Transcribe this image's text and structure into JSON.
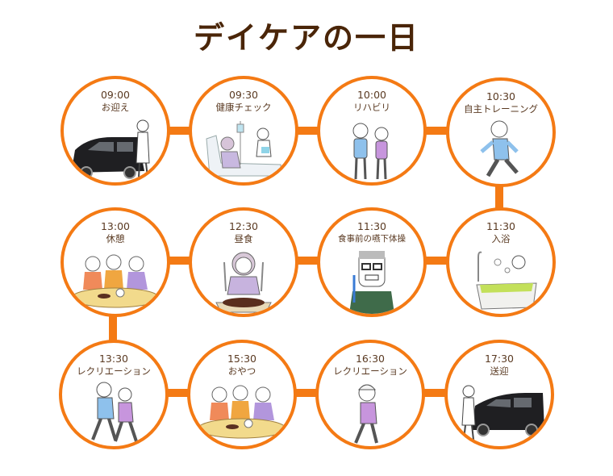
{
  "title": "デイケアの一日",
  "colors": {
    "accent": "#f47a14",
    "title": "#4a2508",
    "text": "#5a3a22"
  },
  "schedule": [
    {
      "time": "09:00",
      "label": "お迎え",
      "icon": "van-driver-icon"
    },
    {
      "time": "09:30",
      "label": "健康チェック",
      "icon": "nurse-patient-icon"
    },
    {
      "time": "10:00",
      "label": "リハビリ",
      "icon": "elderly-couple-icon"
    },
    {
      "time": "10:30",
      "label": "自主トレーニング",
      "icon": "running-man-icon"
    },
    {
      "time": "11:30",
      "label": "入浴",
      "icon": "bath-icon"
    },
    {
      "time": "11:30",
      "label": "食事前の嚥下体操",
      "icon": "toothbrush-man-icon"
    },
    {
      "time": "12:30",
      "label": "昼食",
      "icon": "lunch-icon"
    },
    {
      "time": "13:00",
      "label": "休憩",
      "icon": "tea-time-icon"
    },
    {
      "time": "13:30",
      "label": "レクリエーション",
      "icon": "walking-couple-icon"
    },
    {
      "time": "15:30",
      "label": "おやつ",
      "icon": "snack-icon"
    },
    {
      "time": "16:30",
      "label": "レクリエーション",
      "icon": "walking-woman-icon"
    },
    {
      "time": "17:30",
      "label": "送迎",
      "icon": "van-return-icon"
    }
  ]
}
